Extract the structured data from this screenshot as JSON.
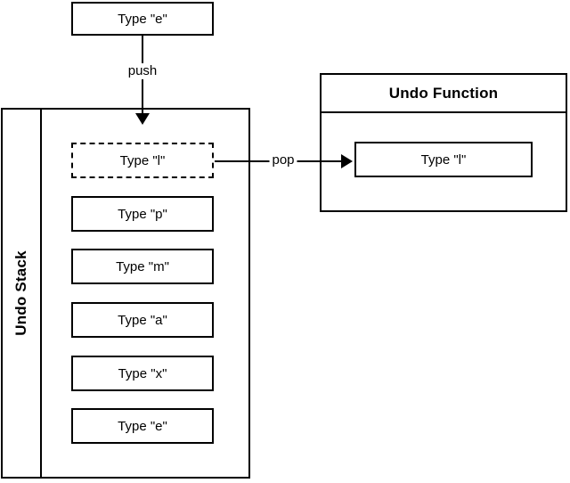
{
  "top_box": {
    "label": "Type \"e\""
  },
  "arrows": {
    "push_label": "push",
    "pop_label": "pop"
  },
  "stack": {
    "title": "Undo Stack",
    "items": [
      {
        "label": "Type \"l\"",
        "style": "dashed"
      },
      {
        "label": "Type \"p\"",
        "style": "solid"
      },
      {
        "label": "Type \"m\"",
        "style": "solid"
      },
      {
        "label": "Type \"a\"",
        "style": "solid"
      },
      {
        "label": "Type \"x\"",
        "style": "solid"
      },
      {
        "label": "Type \"e\"",
        "style": "solid"
      }
    ]
  },
  "undo_function": {
    "title": "Undo Function",
    "item_label": "Type \"l\""
  },
  "colors": {
    "line": "#000000",
    "background": "#ffffff"
  }
}
